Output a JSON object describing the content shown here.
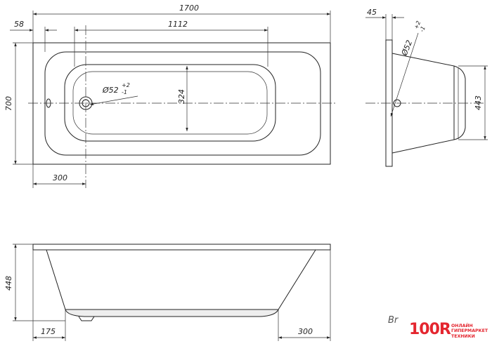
{
  "dimensions": {
    "total_length": "1700",
    "rim_offset": "58",
    "inner_length": "1112",
    "drain_diameter": "Ø52",
    "drain_tolerance_upper": "+2",
    "drain_tolerance_lower": "-1",
    "inner_width": "324",
    "total_width": "700",
    "drain_offset": "300",
    "rim_thickness": "45",
    "side_depth": "443",
    "height": "448",
    "bottom_left_offset": "175",
    "bottom_right_offset": "300"
  },
  "corner_text": "Br",
  "logo": {
    "mark": "100R",
    "line1": "ОНЛАЙН",
    "line2": "ГИПЕРМАРКЕТ",
    "line3": "ТЕХНИКИ",
    "color": "#e4262f"
  }
}
